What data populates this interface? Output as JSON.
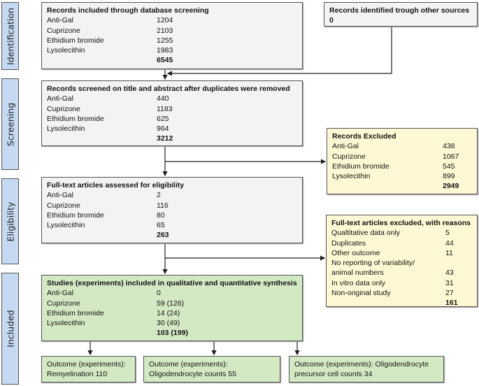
{
  "stages": [
    "Identification",
    "Screening",
    "Eligibility",
    "Included"
  ],
  "identification": {
    "title": "Records included through database screening",
    "rows": [
      {
        "label": "Anti-Gal",
        "value": "1204"
      },
      {
        "label": "Cuprizone",
        "value": "2103"
      },
      {
        "label": "Ethidium bromide",
        "value": "1255"
      },
      {
        "label": "Lysolecithin",
        "value": "1983"
      }
    ],
    "total": "6545"
  },
  "other_sources": {
    "title": "Records identified trough other sources",
    "value": "0"
  },
  "screening": {
    "title": "Records screened on title and abstract after duplicates were removed",
    "rows": [
      {
        "label": "Anti-Gal",
        "value": "440"
      },
      {
        "label": "Cuprizone",
        "value": "1183"
      },
      {
        "label": "Ethidium bromide",
        "value": "625"
      },
      {
        "label": "Lysolecithin",
        "value": "964"
      }
    ],
    "total": "3212"
  },
  "excluded": {
    "title": "Records Excluded",
    "rows": [
      {
        "label": "Anti-Gal",
        "value": "438"
      },
      {
        "label": "Cuprizone",
        "value": "1067"
      },
      {
        "label": "Ethidium bromide",
        "value": "545"
      },
      {
        "label": "Lysolecithin",
        "value": "899"
      }
    ],
    "total": "2949"
  },
  "eligibility": {
    "title": "Full-text articles assessed for eligibility",
    "rows": [
      {
        "label": "Anti-Gal",
        "value": "2"
      },
      {
        "label": "Cuprizone",
        "value": "116"
      },
      {
        "label": "Ethidium bromide",
        "value": "80"
      },
      {
        "label": "Lysolecithin",
        "value": "65"
      }
    ],
    "total": "263"
  },
  "fulltext_excluded": {
    "title": "Full-text articles excluded, with reasons",
    "rows": [
      {
        "label": "Qualtitative data only",
        "value": "5"
      },
      {
        "label": "Duplicates",
        "value": "44"
      },
      {
        "label": "Other outcome",
        "value": "11"
      },
      {
        "label": "No reporting of variability/",
        "value": ""
      },
      {
        "label": "animal numbers",
        "value": "43"
      },
      {
        "label": "In vitro data only",
        "value": "31"
      },
      {
        "label": "Non-original study",
        "value": "27"
      }
    ],
    "total": "161"
  },
  "included": {
    "title": "Studies (experiments) included in qualitative and quantitative synthesis",
    "rows": [
      {
        "label": "Anti-Gal",
        "value": "0"
      },
      {
        "label": "Cuprizone",
        "value": "59 (126)"
      },
      {
        "label": "Ethidium bromide",
        "value": "14 (24)"
      },
      {
        "label": "Lysolecithin",
        "value": "30 (49)"
      }
    ],
    "total": "103 (199)"
  },
  "outcomes": [
    {
      "line1": "Outcome (experiments):",
      "line2": "Remyelination 110"
    },
    {
      "line1": "Outcome (experiments):",
      "line2": "Oligodendrocyte counts 55"
    },
    {
      "line1": "Outcome (experiments): Oligodendrocyte",
      "line2": "precursor cell counts 34"
    }
  ],
  "colors": {
    "stage": "#c5daf2",
    "grey_box": "#f3f3f3",
    "excluded_box": "#fef9d4",
    "included_box": "#d3e9c4"
  }
}
